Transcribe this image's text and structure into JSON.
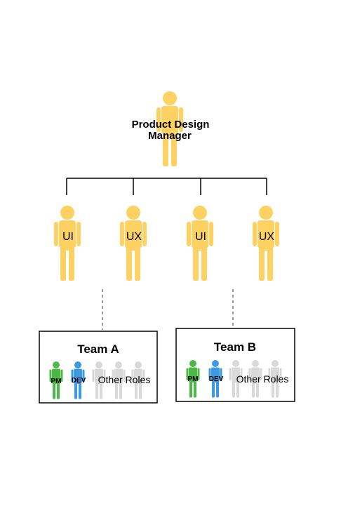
{
  "manager": {
    "label_line1": "Product Design",
    "label_line2": "Manager"
  },
  "designers": [
    {
      "label": "UI"
    },
    {
      "label": "UX"
    },
    {
      "label": "UI"
    },
    {
      "label": "UX"
    }
  ],
  "teams": [
    {
      "title": "Team A",
      "pm_label": "PM",
      "dev_label": "DEV",
      "other_label": "Other Roles"
    },
    {
      "title": "Team B",
      "pm_label": "PM",
      "dev_label": "DEV",
      "other_label": "Other Roles"
    }
  ],
  "colors": {
    "person_yellow": "#FDD262",
    "pm_green": "#4CB848",
    "dev_blue": "#3C9BE0",
    "other_gray": "#D9D9D9",
    "line": "#000000",
    "dashed": "#999999"
  },
  "icons": {
    "person": "person-icon"
  }
}
